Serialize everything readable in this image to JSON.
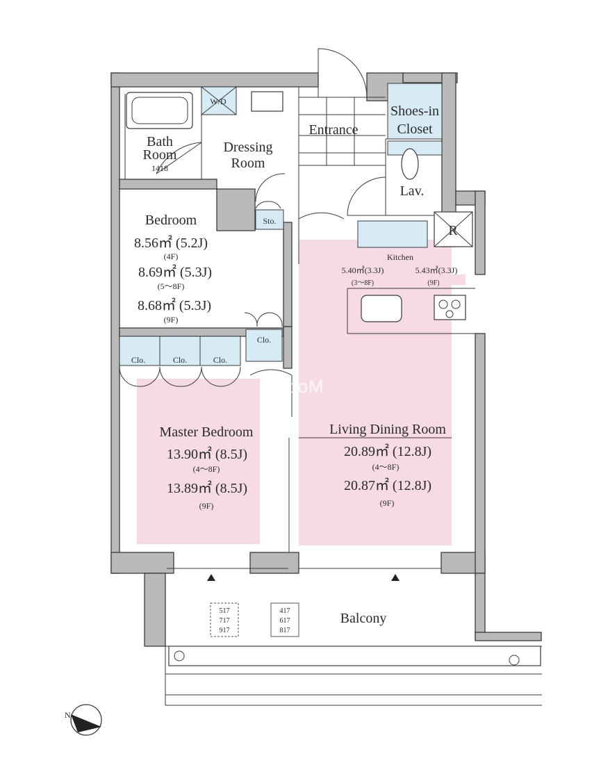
{
  "rooms": {
    "bath": {
      "line1": "Bath",
      "line2": "Room",
      "code": "1418"
    },
    "wd": {
      "label": "W/D"
    },
    "dressing": {
      "line1": "Dressing",
      "line2": "Room"
    },
    "entrance": {
      "label": "Entrance"
    },
    "shoes_closet": {
      "line1": "Shoes-in",
      "line2": "Closet"
    },
    "lav": {
      "label": "Lav."
    },
    "storage": {
      "label": "Sto."
    },
    "refrigerator": {
      "label": "R"
    },
    "bedroom": {
      "title": "Bedroom",
      "area1": "8.56㎡ (5.2J)",
      "floor1": "(4F)",
      "area2": "8.69㎡ (5.3J)",
      "floor2": "(5～8F)",
      "area3": "8.68㎡ (5.3J)",
      "floor3": "(9F)"
    },
    "kitchen": {
      "title": "Kitchen",
      "area1": "5.40㎡(3.3J)",
      "floor1": "(3～8F)",
      "area2": "5.43㎡(3.3J)",
      "floor2": "(9F)"
    },
    "closets": [
      "Clo.",
      "Clo.",
      "Clo.",
      "Clo."
    ],
    "master_bedroom": {
      "title": "Master Bedroom",
      "area1": "13.90㎡ (8.5J)",
      "floor1": "(4～8F)",
      "area2": "13.89㎡ (8.5J)",
      "floor2": "(9F)"
    },
    "living_dining": {
      "title": "Living Dining Room",
      "area1": "20.89㎡ (12.8J)",
      "floor1": "(4～8F)",
      "area2": "20.87㎡ (12.8J)",
      "floor2": "(9F)"
    },
    "balcony": {
      "label": "Balcony",
      "units_left": [
        "517",
        "717",
        "917"
      ],
      "units_right": [
        "417",
        "617",
        "817"
      ]
    }
  },
  "watermark": "RooM",
  "compass": {
    "label": "N",
    "icon": "north-arrow-icon"
  },
  "colors": {
    "wall": "#b9b9b9",
    "zone": "#f6dbe6",
    "closet_fill": "#d6ebf4",
    "line": "#3a3a3a"
  }
}
